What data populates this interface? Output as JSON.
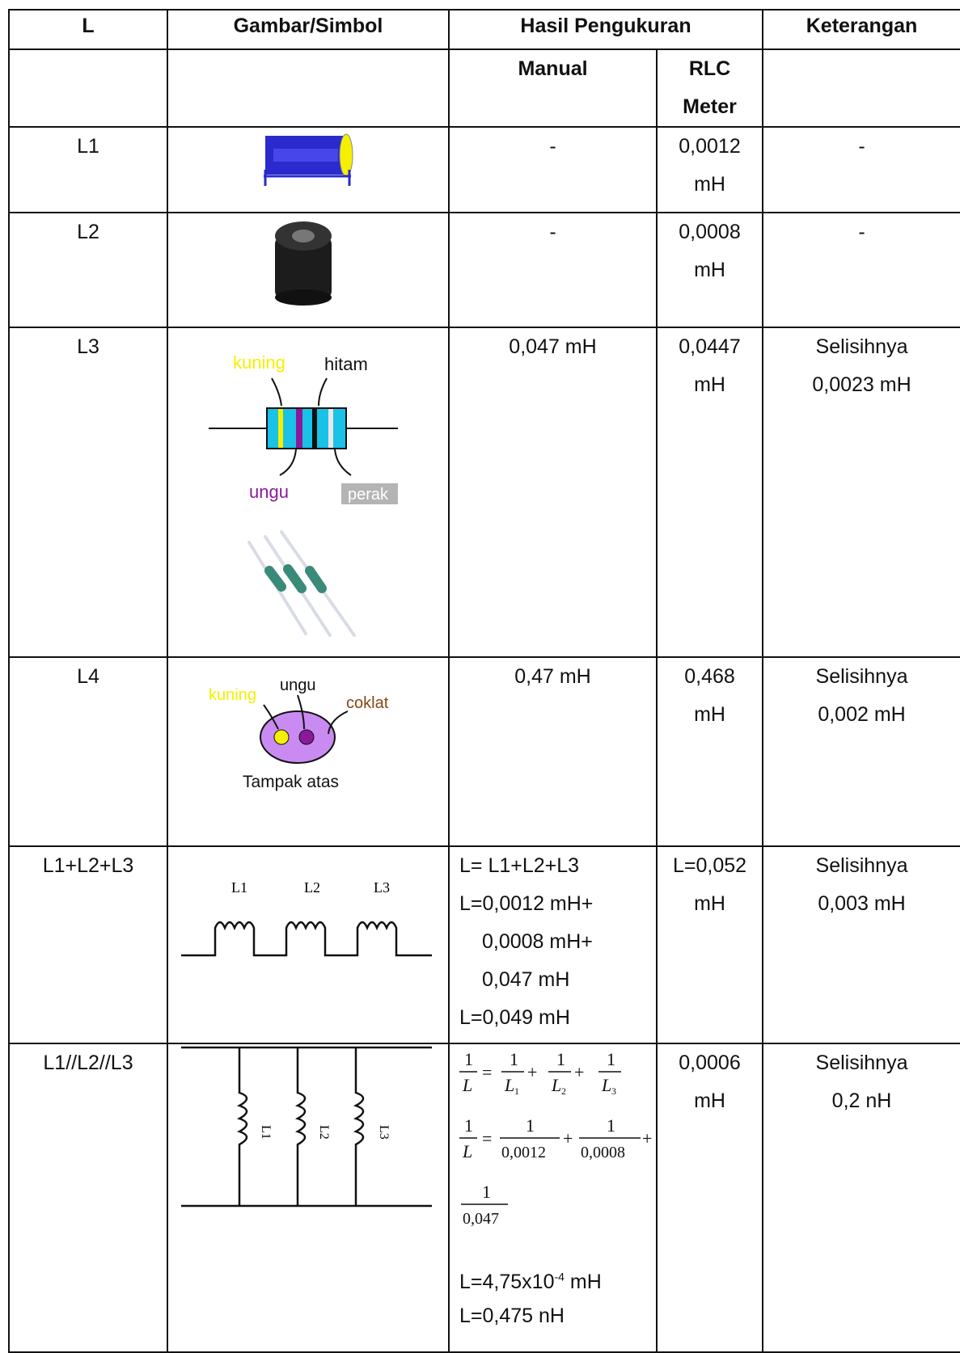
{
  "headers": {
    "l": "L",
    "gambar": "Gambar/Simbol",
    "hasil": "Hasil Pengukuran",
    "keterangan": "Keterangan",
    "manual": "Manual",
    "rlc_1": "RLC",
    "rlc_2": "Meter"
  },
  "rows": [
    {
      "l": "L1",
      "manual": "-",
      "rlc_1": "0,0012",
      "rlc_2": "mH",
      "ket_1": "-",
      "ket_2": ""
    },
    {
      "l": "L2",
      "manual": "-",
      "rlc_1": "0,0008",
      "rlc_2": "mH",
      "ket_1": "-",
      "ket_2": ""
    },
    {
      "l": "L3",
      "manual": "0,047 mH",
      "rlc_1": "0,0447",
      "rlc_2": "mH",
      "ket_1": "Selisihnya",
      "ket_2": "0,0023 mH",
      "labels": {
        "kuning": "kuning",
        "hitam": "hitam",
        "ungu": "ungu",
        "perak": "perak"
      }
    },
    {
      "l": "L4",
      "manual": "0,47   mH",
      "rlc_1": "0,468",
      "rlc_2": "mH",
      "ket_1": "Selisihnya",
      "ket_2": "0,002 mH",
      "labels": {
        "kuning": "kuning",
        "ungu": "ungu",
        "coklat": "coklat",
        "caption": "Tampak atas"
      }
    },
    {
      "l": "L1+L2+L3",
      "rlc_1": "L=0,052",
      "rlc_2": "mH",
      "ket_1": "Selisihnya",
      "ket_2": "0,003 mH",
      "manual_lines": [
        "L= L1+L2+L3",
        "L=0,0012 mH+",
        "0,0008 mH+",
        "0,047 mH",
        "L=0,049 mH"
      ],
      "symbols": [
        "L1",
        "L2",
        "L3"
      ]
    },
    {
      "l": "L1//L2//L3",
      "rlc_1": "0,0006",
      "rlc_2": "mH",
      "ket_1": "Selisihnya",
      "ket_2": "0,2 nH",
      "formula": {
        "one": "1",
        "L": "L",
        "L1": "L",
        "s1": "1",
        "s2": "2",
        "s3": "3",
        "d1": "0,0012",
        "d2": "0,0008",
        "d3": "0,047"
      },
      "result_prefix": "L=4,75x10",
      "result_exp": "-4",
      "result_unit": " mH",
      "result_2": "L=0,475 nH",
      "symbols": [
        "L1",
        "L2",
        "L3"
      ]
    }
  ],
  "colors": {
    "kuning": "#f5f000",
    "ungu": "#8b1a9b",
    "cyan": "#19c2e6",
    "blue": "#2a2acd",
    "lavender": "#c98bf2",
    "gray": "#b4b4b4"
  }
}
